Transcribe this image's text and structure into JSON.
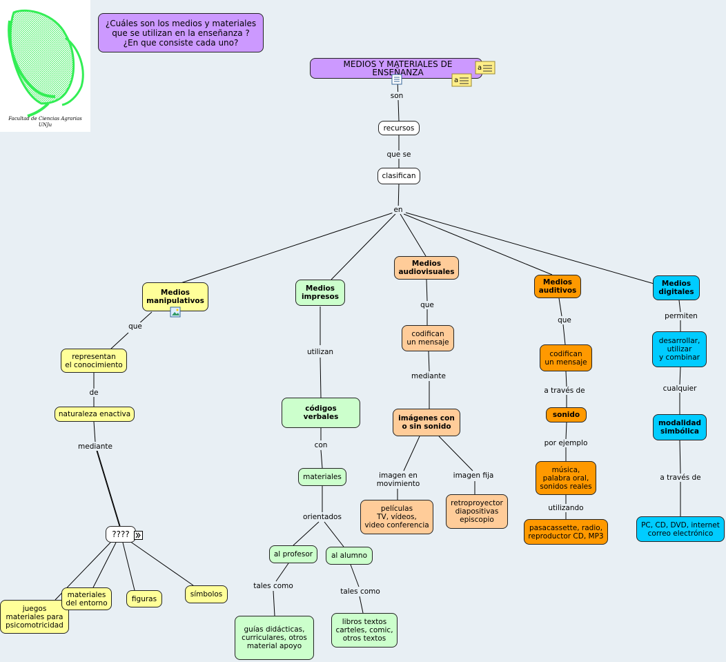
{
  "logo": {
    "line1": "Facultad de Ciencias Agrarias",
    "line2": "UNJu"
  },
  "question": "¿Cuáles son los medios y materiales\nque se utilizan  en la enseñanza  ?\n¿En que consiste cada uno?",
  "root": "MEDIOS Y MATERIALES DE ENSEÑANZA",
  "nodes": {
    "recursos": "recursos",
    "clasifican": "clasifican",
    "manipulativos": "Medios\nmanipulativos",
    "impresos": "Medios\nimpresos",
    "audiovisuales": "Medios\naudiovisuales",
    "auditivos": "Medios\nauditivos",
    "digitales": "Medios\ndigitales",
    "representan": "representan\nel conocimiento",
    "naturaleza": "naturaleza enactiva",
    "unknown": "????",
    "juegos": "juegos\nmateriales para\npsicomotricidad",
    "materiales_entorno": "materiales\ndel entorno",
    "figuras": "figuras",
    "simbolos": "símbolos",
    "codigos": "códigos\nverbales",
    "materiales": "materiales",
    "al_profesor": "al profesor",
    "al_alumno": "al alumno",
    "guias": "guías didácticas,\ncurriculares, otros\nmaterial apoyo",
    "libros": "libros textos\ncarteles, comic,\notros textos",
    "av_codifican": "codifican\nun mensaje",
    "imagenes": "imágenes con\no sin  sonido",
    "peliculas": "películas\nTV, vídeos,\nvideo conferencia",
    "retroproyector": "retroproyector\ndiapositivas\nepiscopio",
    "au_codifican": "codifican\nun mensaje",
    "sonido": "sonido",
    "musica": "música,\npalabra oral,\nsonidos reales",
    "pasacassette": "pasacassette, radio,\nreproductor CD, MP3",
    "desarrollar": "desarrollar,\nutilizar\ny combinar",
    "modalidad": "modalidad\nsimbólica",
    "pc": "PC, CD, DVD, internet\ncorreo electrónico"
  },
  "labels": {
    "son": "son",
    "que_se": "que se",
    "en": "en",
    "que_manip": "que",
    "de": "de",
    "mediante_manip": "mediante",
    "utilizan": "utilizan",
    "con": "con",
    "orientados": "orientados",
    "tales_como_1": "tales como",
    "tales_como_2": "tales como",
    "que_av": "que",
    "mediante_av": "mediante",
    "imagen_mov": "imagen en\nmovimiento",
    "imagen_fija": "imagen fija",
    "que_au": "que",
    "a_traves_de_au": "a través de",
    "por_ejemplo": "por ejemplo",
    "utilizando": "utilizando",
    "permiten": "permiten",
    "cualquier": "cualquier",
    "a_traves_de_dig": "a través de"
  },
  "colors": {
    "background": "#e8eff4",
    "yellow": "#ffff99",
    "green": "#ccffcc",
    "peach": "#ffcc99",
    "orange": "#ff9900",
    "cyan": "#00ccff",
    "purple": "#cc99ff",
    "logo_green": "#33ee55"
  },
  "icons": [
    "note-icon",
    "image-icon",
    "concept-map-link-icon",
    "document-icon"
  ]
}
